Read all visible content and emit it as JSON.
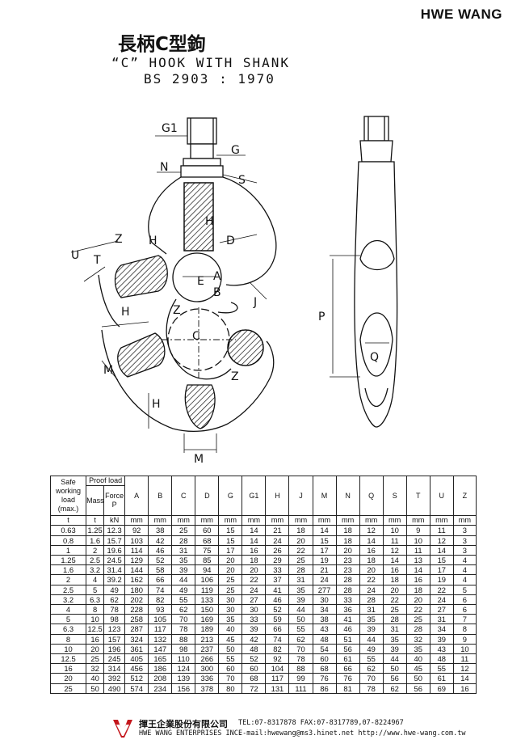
{
  "brand": "HWE WANG",
  "title": {
    "chinese": "長柄C型鉤",
    "english": "“C” HOOK WITH SHANK",
    "standard": "BS 2903 : 1970"
  },
  "drawing_labels": {
    "g1": "G1",
    "g": "G",
    "n": "N",
    "s": "S",
    "t": "T",
    "u": "U",
    "z": "Z",
    "h": "H",
    "a": "A",
    "d": "D",
    "e": "E",
    "b": "B",
    "j": "J",
    "c": "C",
    "m": "M",
    "p": "P",
    "q": "Q"
  },
  "table": {
    "header": {
      "safe_working_load": [
        "Safe",
        "working",
        "load",
        "(max.)"
      ],
      "proof_load": "Proof load",
      "mass": "Mass",
      "force": [
        "Force",
        "P"
      ],
      "dims": [
        "A",
        "B",
        "C",
        "D",
        "G",
        "G1",
        "H",
        "J",
        "M",
        "N",
        "Q",
        "S",
        "T",
        "U",
        "Z"
      ]
    },
    "units": [
      "t",
      "t",
      "kN",
      "mm",
      "mm",
      "mm",
      "mm",
      "mm",
      "mm",
      "mm",
      "mm",
      "mm",
      "mm",
      "mm",
      "mm",
      "mm",
      "mm",
      "mm"
    ],
    "rows": [
      [
        "0.63",
        "1.25",
        "12.3",
        "92",
        "38",
        "25",
        "60",
        "15",
        "14",
        "21",
        "18",
        "14",
        "18",
        "12",
        "10",
        "9",
        "11",
        "3"
      ],
      [
        "0.8",
        "1.6",
        "15.7",
        "103",
        "42",
        "28",
        "68",
        "15",
        "14",
        "24",
        "20",
        "15",
        "18",
        "14",
        "11",
        "10",
        "12",
        "3"
      ],
      [
        "1",
        "2",
        "19.6",
        "114",
        "46",
        "31",
        "75",
        "17",
        "16",
        "26",
        "22",
        "17",
        "20",
        "16",
        "12",
        "11",
        "14",
        "3"
      ],
      [
        "1.25",
        "2.5",
        "24.5",
        "129",
        "52",
        "35",
        "85",
        "20",
        "18",
        "29",
        "25",
        "19",
        "23",
        "18",
        "14",
        "13",
        "15",
        "4"
      ],
      [
        "1.6",
        "3.2",
        "31.4",
        "144",
        "58",
        "39",
        "94",
        "20",
        "20",
        "33",
        "28",
        "21",
        "23",
        "20",
        "16",
        "14",
        "17",
        "4"
      ],
      [
        "2",
        "4",
        "39.2",
        "162",
        "66",
        "44",
        "106",
        "25",
        "22",
        "37",
        "31",
        "24",
        "28",
        "22",
        "18",
        "16",
        "19",
        "4"
      ],
      [
        "2.5",
        "5",
        "49",
        "180",
        "74",
        "49",
        "119",
        "25",
        "24",
        "41",
        "35",
        "277",
        "28",
        "24",
        "20",
        "18",
        "22",
        "5"
      ],
      [
        "3.2",
        "6.3",
        "62",
        "202",
        "82",
        "55",
        "133",
        "30",
        "27",
        "46",
        "39",
        "30",
        "33",
        "28",
        "22",
        "20",
        "24",
        "6"
      ],
      [
        "4",
        "8",
        "78",
        "228",
        "93",
        "62",
        "150",
        "30",
        "30",
        "52",
        "44",
        "34",
        "36",
        "31",
        "25",
        "22",
        "27",
        "6"
      ],
      [
        "5",
        "10",
        "98",
        "258",
        "105",
        "70",
        "169",
        "35",
        "33",
        "59",
        "50",
        "38",
        "41",
        "35",
        "28",
        "25",
        "31",
        "7"
      ],
      [
        "6.3",
        "12.5",
        "123",
        "287",
        "117",
        "78",
        "189",
        "40",
        "39",
        "66",
        "55",
        "43",
        "46",
        "39",
        "31",
        "28",
        "34",
        "8"
      ],
      [
        "8",
        "16",
        "157",
        "324",
        "132",
        "88",
        "213",
        "45",
        "42",
        "74",
        "62",
        "48",
        "51",
        "44",
        "35",
        "32",
        "39",
        "9"
      ],
      [
        "10",
        "20",
        "196",
        "361",
        "147",
        "98",
        "237",
        "50",
        "48",
        "82",
        "70",
        "54",
        "56",
        "49",
        "39",
        "35",
        "43",
        "10"
      ],
      [
        "12.5",
        "25",
        "245",
        "405",
        "165",
        "110",
        "266",
        "55",
        "52",
        "92",
        "78",
        "60",
        "61",
        "55",
        "44",
        "40",
        "48",
        "11"
      ],
      [
        "16",
        "32",
        "314",
        "456",
        "186",
        "124",
        "300",
        "60",
        "60",
        "104",
        "88",
        "68",
        "66",
        "62",
        "50",
        "45",
        "55",
        "12"
      ],
      [
        "20",
        "40",
        "392",
        "512",
        "208",
        "139",
        "336",
        "70",
        "68",
        "117",
        "99",
        "76",
        "76",
        "70",
        "56",
        "50",
        "61",
        "14"
      ],
      [
        "25",
        "50",
        "490",
        "574",
        "234",
        "156",
        "378",
        "80",
        "72",
        "131",
        "111",
        "86",
        "81",
        "78",
        "62",
        "56",
        "69",
        "16"
      ]
    ]
  },
  "footer": {
    "company_cn": "揮王企業股份有限公司",
    "company_en": "HWE WANG ENTERPRISES INC.",
    "contact_line1": "TEL:07-8317878  FAX:07-8317789,07-8224967",
    "contact_line2": "E-mail:hwewang@ms3.hinet.net  http://www.hwe-wang.com.tw"
  }
}
